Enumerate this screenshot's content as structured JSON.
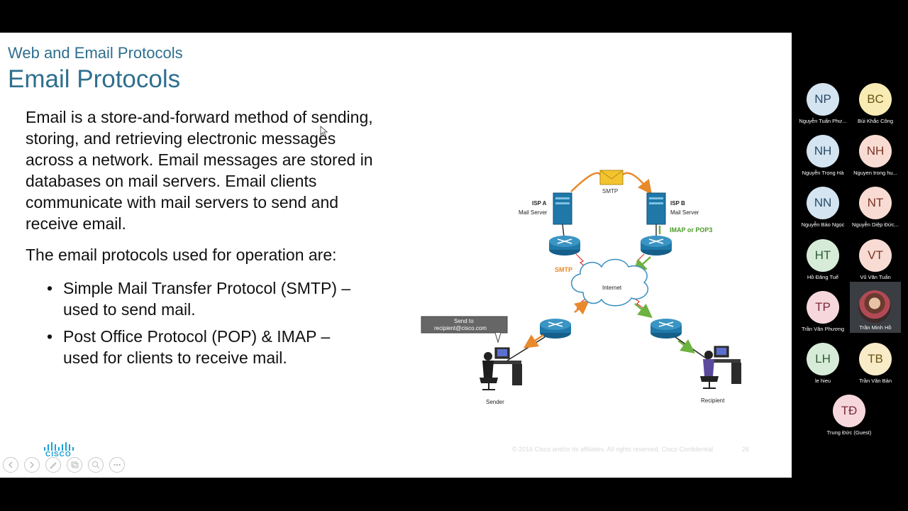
{
  "slide": {
    "section_title": "Web and Email Protocols",
    "title": "Email Protocols",
    "paragraph1": "Email is a store-and-forward method of sending, storing, and retrieving electronic messages across a network. Email messages are stored in databases on mail servers. Email clients communicate with mail servers to send and receive email.",
    "paragraph2": "The email protocols used for operation are:",
    "bullets": [
      "Simple Mail Transfer Protocol (SMTP) – used to send mail.",
      "Post Office Protocol (POP) & IMAP – used for clients to receive mail."
    ],
    "bullet_glyph": "•",
    "logo_text": "CISCO",
    "footer": "© 2016  Cisco and/or its affiliates. All rights reserved.   Cisco Confidential",
    "page_number": "26"
  },
  "diagram": {
    "isp_a": "ISP A",
    "isp_a_sub": "Mail Server",
    "isp_b": "ISP B",
    "isp_b_sub": "Mail Server",
    "smtp_top": "SMTP",
    "smtp_left": "SMTP",
    "imap_pop3": "IMAP or POP3",
    "internet": "Internet",
    "send_to_line1": "Send to",
    "send_to_line2": "recipient@cisco.com",
    "sender": "Sender",
    "recipient": "Recipient",
    "colors": {
      "smtp": "#e8892b",
      "imap": "#6cb33f",
      "device": "#1f78a8"
    }
  },
  "nav": {
    "buttons": [
      "prev-icon",
      "next-icon",
      "pen-icon",
      "slides-icon",
      "zoom-icon",
      "more-icon"
    ]
  },
  "participants": [
    {
      "initials": "NP",
      "name": "Nguyễn Tuấn Phư...",
      "bg": "#d4e4f0",
      "fg": "#2a4a66"
    },
    {
      "initials": "BC",
      "name": "Bùi Khắc Công",
      "bg": "#f8ebb4",
      "fg": "#6a5410"
    },
    {
      "initials": "NH",
      "name": "Nguyễn Trọng Hà",
      "bg": "#d4e4f0",
      "fg": "#2a4a66"
    },
    {
      "initials": "NH",
      "name": "Nguyen trong hu...",
      "bg": "#f8dcd3",
      "fg": "#7a3325"
    },
    {
      "initials": "NN",
      "name": "Nguyễn Bảo Ngọc",
      "bg": "#d4e4f0",
      "fg": "#2a4a66"
    },
    {
      "initials": "NT",
      "name": "Nguyễn Diệp Đức...",
      "bg": "#f8dcd3",
      "fg": "#7a3325"
    },
    {
      "initials": "HT",
      "name": "Hồ Đăng Tuế",
      "bg": "#d6ecd8",
      "fg": "#2e5a34"
    },
    {
      "initials": "VT",
      "name": "Vũ Văn Tuấn",
      "bg": "#f8dcd3",
      "fg": "#7a3325"
    },
    {
      "initials": "TP",
      "name": "Trần Văn Phương",
      "bg": "#f6d8dc",
      "fg": "#7a2a36"
    },
    {
      "initials": "LH",
      "name": "le hieu",
      "bg": "#d6ecd8",
      "fg": "#2e5a34"
    },
    {
      "initials": "TB",
      "name": "Trần Văn Bản",
      "bg": "#f8ebc8",
      "fg": "#6a5410"
    },
    {
      "initials": "TĐ",
      "name": "Trung Đức (Guest)",
      "bg": "#f6d8dc",
      "fg": "#7a2a36"
    }
  ],
  "video_participant": {
    "name": "Trần Minh Hồ"
  }
}
